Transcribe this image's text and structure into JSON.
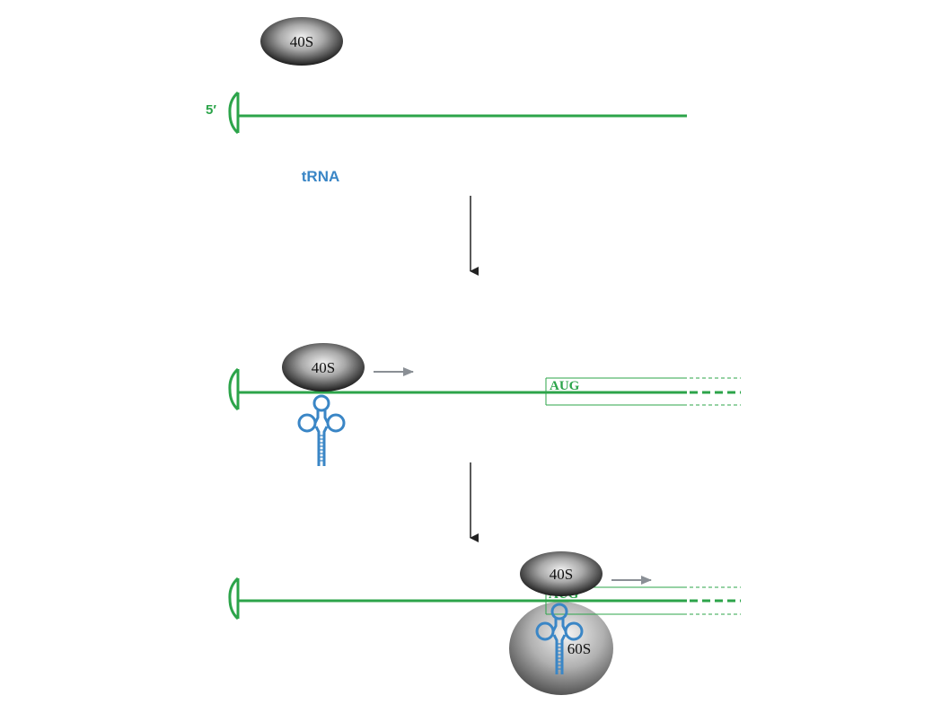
{
  "colors": {
    "mrna": "#2ca44a",
    "trna": "#3a86c6",
    "ribosome_dark": "#222222",
    "ribosome_light": "#e8e8e8",
    "step_arrow": "#222222",
    "motion_arrow": "#8a8f95"
  },
  "labels": {
    "subunit_small": "40S",
    "subunit_large": "60S",
    "five_prime": "5′",
    "trna": "tRNA",
    "start_codon": "AUG"
  }
}
